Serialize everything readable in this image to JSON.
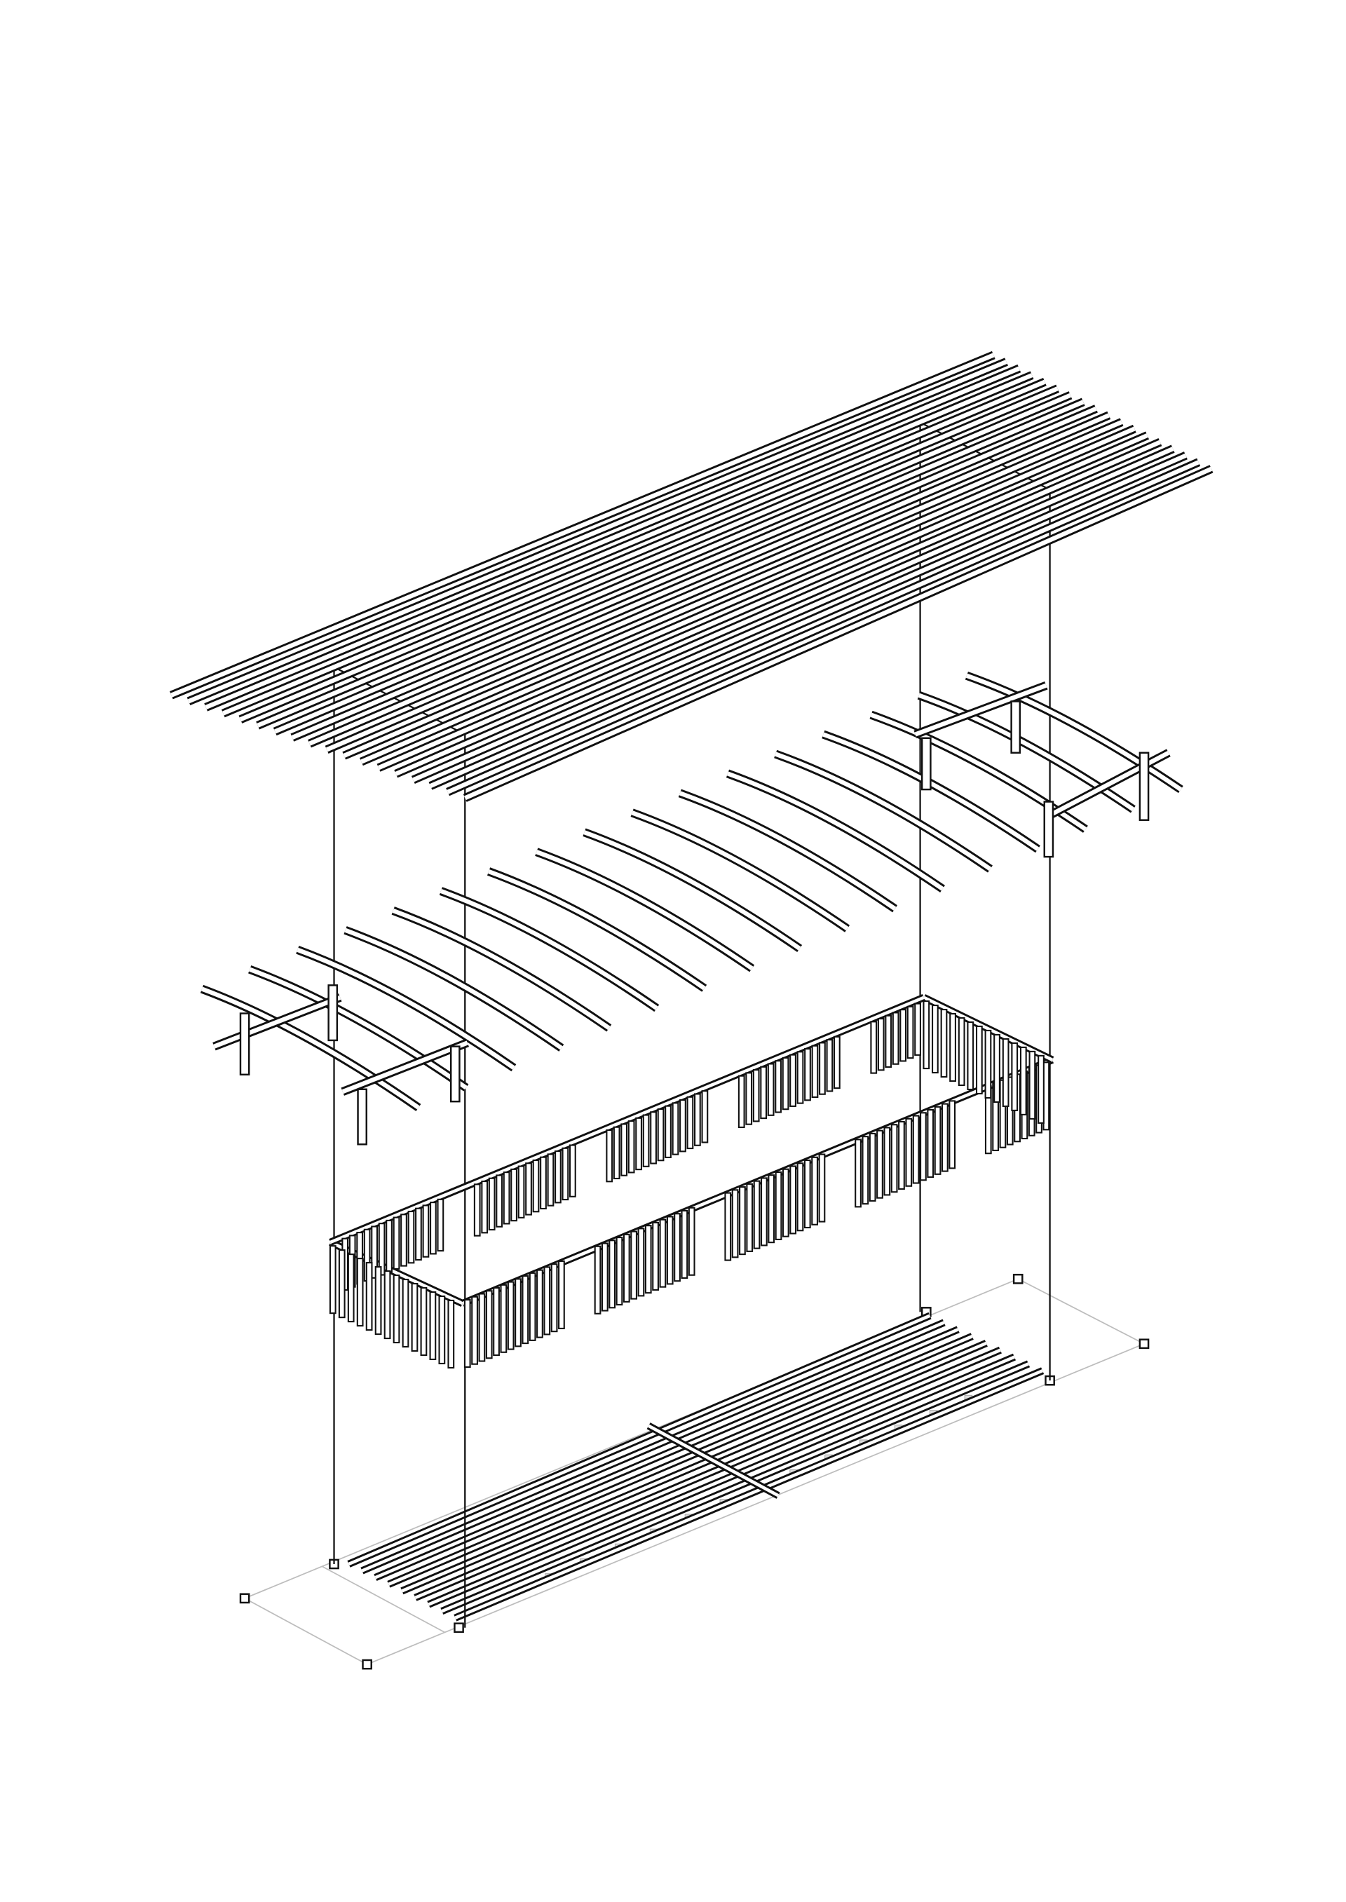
{
  "diagram": {
    "type": "exploded axonometric structure",
    "layers": [
      "roof-slats",
      "arched-rafters",
      "palisade-ring",
      "floor-deck",
      "footing-grid"
    ],
    "colors": {
      "background": "#ffffff",
      "stroke": "#111111",
      "fill": "#ffffff",
      "grid": "#bdbdbd"
    },
    "counts": {
      "roof_slats": 18,
      "rafters": 17,
      "floor_slats": 9
    }
  }
}
